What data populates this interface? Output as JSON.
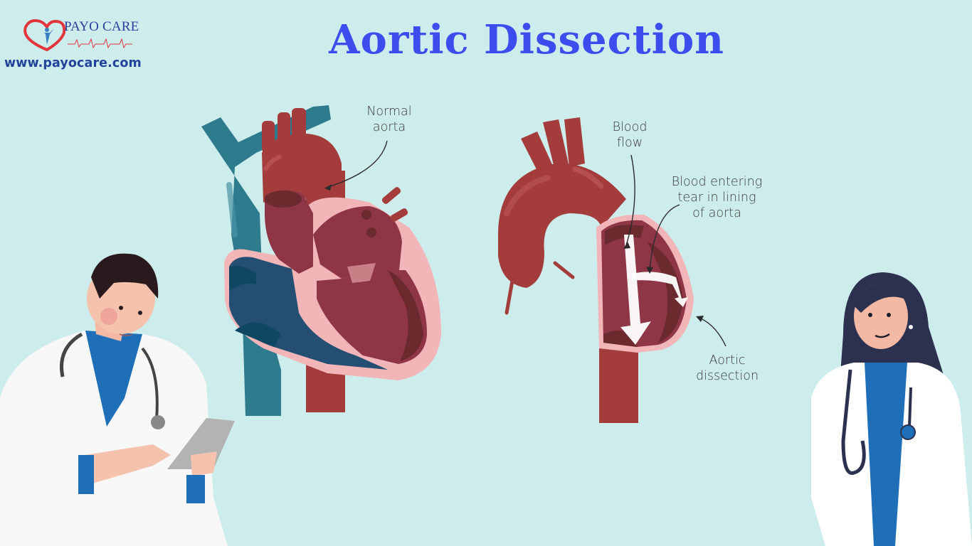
{
  "brand": {
    "name": "PAYO CARE",
    "url": "www.payocare.com",
    "colors": {
      "heart": "#e3363c",
      "figure": "#3a7ec2",
      "text": "#2a3f9e"
    }
  },
  "header": {
    "title": "Aortic Dissection",
    "title_color": "#3c4ced"
  },
  "diagrams": {
    "normal_heart": {
      "labels": [
        {
          "text": "Normal\naorta",
          "line1": "Normal",
          "line2": "aorta"
        }
      ]
    },
    "dissected_aorta": {
      "labels": [
        {
          "line1": "Blood",
          "line2": "flow"
        },
        {
          "line1": "Blood entering",
          "line2": "tear in lining",
          "line3": "of aorta"
        },
        {
          "line1": "Aortic",
          "line2": "dissection"
        }
      ]
    }
  },
  "illustrations": {
    "left": "male-doctor-with-tablet",
    "right": "female-doctor-with-stethoscope"
  },
  "colors": {
    "background": "#cdeded",
    "aorta_red": "#a53c3c",
    "vein_teal": "#2e7b8e",
    "heart_pink": "#f2b5b8",
    "chamber_blue": "#244f72",
    "chamber_red": "#8e3546"
  }
}
